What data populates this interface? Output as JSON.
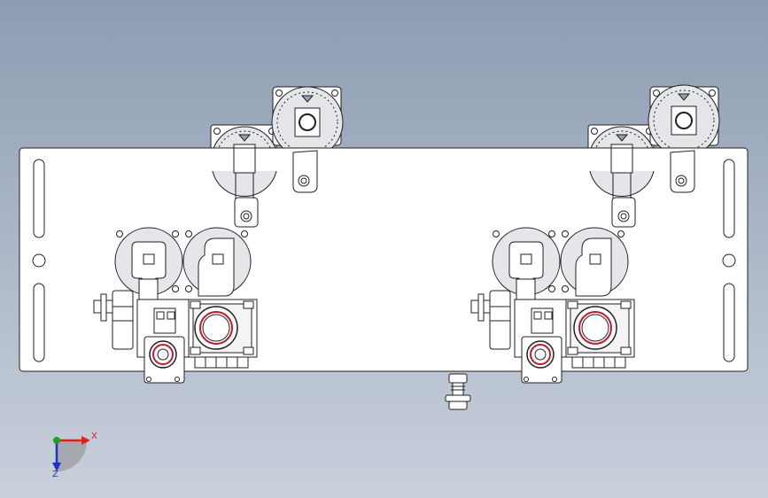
{
  "viewport": {
    "background_top": "#8d9cb2",
    "background_bottom": "#c9d0dc"
  },
  "colors": {
    "line": "#202020",
    "part_fill": "#ffffff",
    "disc_fill": "#e4e6ea",
    "bearing_red": "#c0192a",
    "axis_x": "#e02020",
    "axis_y": "#20a020",
    "axis_z": "#2030d0"
  },
  "triad": {
    "x_label": "X",
    "z_label": "Z"
  },
  "parts": {
    "base_plate": "base-plate",
    "rollers": [
      "tension-roller-left-1",
      "tension-roller-left-2",
      "tension-roller-right-1",
      "tension-roller-right-2"
    ],
    "clamp_assemblies": [
      "clamp-assembly-left",
      "clamp-assembly-right"
    ],
    "bottom_fixture": "leveling-foot"
  }
}
